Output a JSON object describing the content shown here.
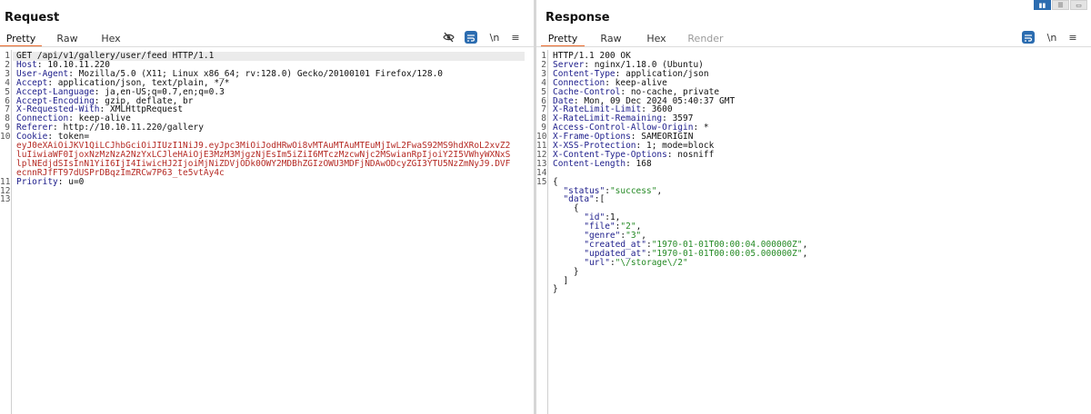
{
  "request": {
    "title": "Request",
    "tabs": [
      "Pretty",
      "Raw",
      "Hex"
    ],
    "icons": {
      "hide": "eye-slash-icon",
      "wrap": "wrap-icon",
      "newline": "\\n",
      "menu": "≡"
    },
    "lines": [
      {
        "n": "1",
        "text": "GET /api/v1/gallery/user/feed HTTP/1.1"
      },
      {
        "n": "2",
        "name": "Host",
        "value": " 10.10.11.220"
      },
      {
        "n": "3",
        "name": "User-Agent",
        "value": " Mozilla/5.0 (X11; Linux x86_64; rv:128.0) Gecko/20100101 Firefox/128.0"
      },
      {
        "n": "4",
        "name": "Accept",
        "value": " application/json, text/plain, */*"
      },
      {
        "n": "5",
        "name": "Accept-Language",
        "value": " ja,en-US;q=0.7,en;q=0.3"
      },
      {
        "n": "6",
        "name": "Accept-Encoding",
        "value": " gzip, deflate, br"
      },
      {
        "n": "7",
        "name": "X-Requested-With",
        "value": " XMLHttpRequest"
      },
      {
        "n": "8",
        "name": "Connection",
        "value": " keep-alive"
      },
      {
        "n": "9",
        "name": "Referer",
        "value": " http://10.10.11.220/gallery"
      },
      {
        "n": "10",
        "name": "Cookie",
        "value": " token="
      },
      {
        "n": "",
        "cookie": "eyJ0eXAiOiJKV1QiLCJhbGciOiJIUzI1NiJ9.eyJpc3MiOiJodHRwOi8vMTAuMTAuMTEuMjIwL2FwaS92MS9hdXRoL2xvZ2"
      },
      {
        "n": "",
        "cookie": "luIiwiaWF0IjoxNzMzNzA2NzYxLCJleHAiOjE3MzM3MjgzNjEsIm5iZiI6MTczMzcwNjc2MSwianRpIjoiY2I5VWhyWXNxS"
      },
      {
        "n": "",
        "cookie": "lplNEdjdSIsInN1YiI6IjI4IiwicHJ2IjoiMjNiZDVjODk0OWY2MDBhZGIzOWU3MDFjNDAwODcyZGI3YTU5NzZmNyJ9.DVF"
      },
      {
        "n": "",
        "cookie": "ecnnRJfFT97dUSPrDBqzImZRCw7P63_te5vtAy4c"
      },
      {
        "n": "11",
        "name": "Priority",
        "value": " u=0"
      },
      {
        "n": "12",
        "text": ""
      },
      {
        "n": "13",
        "text": ""
      }
    ]
  },
  "response": {
    "title": "Response",
    "tabs": [
      "Pretty",
      "Raw",
      "Hex",
      "Render"
    ],
    "icons": {
      "wrap": "wrap-icon",
      "newline": "\\n",
      "menu": "≡"
    },
    "lines": [
      {
        "n": "1",
        "text": "HTTP/1.1 200 OK"
      },
      {
        "n": "2",
        "name": "Server",
        "value": " nginx/1.18.0 (Ubuntu)"
      },
      {
        "n": "3",
        "name": "Content-Type",
        "value": " application/json"
      },
      {
        "n": "4",
        "name": "Connection",
        "value": " keep-alive"
      },
      {
        "n": "5",
        "name": "Cache-Control",
        "value": " no-cache, private"
      },
      {
        "n": "6",
        "name": "Date",
        "value": " Mon, 09 Dec 2024 05:40:37 GMT"
      },
      {
        "n": "7",
        "name": "X-RateLimit-Limit",
        "value": " 3600"
      },
      {
        "n": "8",
        "name": "X-RateLimit-Remaining",
        "value": " 3597"
      },
      {
        "n": "9",
        "name": "Access-Control-Allow-Origin",
        "value": " *"
      },
      {
        "n": "10",
        "name": "X-Frame-Options",
        "value": " SAMEORIGIN"
      },
      {
        "n": "11",
        "name": "X-XSS-Protection",
        "value": " 1; mode=block"
      },
      {
        "n": "12",
        "name": "X-Content-Type-Options",
        "value": " nosniff"
      },
      {
        "n": "13",
        "name": "Content-Length",
        "value": " 168"
      },
      {
        "n": "14",
        "text": ""
      },
      {
        "n": "15",
        "text": "{"
      },
      {
        "n": "",
        "indent": "  ",
        "key": "\"status\"",
        "sep": ":",
        "str": "\"success\"",
        "tail": ","
      },
      {
        "n": "",
        "indent": "  ",
        "key": "\"data\"",
        "sep": ":[",
        "str": "",
        "tail": ""
      },
      {
        "n": "",
        "text": "    {"
      },
      {
        "n": "",
        "indent": "      ",
        "key": "\"id\"",
        "sep": ":1,",
        "str": "",
        "tail": ""
      },
      {
        "n": "",
        "indent": "      ",
        "key": "\"file\"",
        "sep": ":",
        "str": "\"2\"",
        "tail": ","
      },
      {
        "n": "",
        "indent": "      ",
        "key": "\"genre\"",
        "sep": ":",
        "str": "\"3\"",
        "tail": ","
      },
      {
        "n": "",
        "indent": "      ",
        "key": "\"created_at\"",
        "sep": ":",
        "str": "\"1970-01-01T00:00:04.000000Z\"",
        "tail": ","
      },
      {
        "n": "",
        "indent": "      ",
        "key": "\"updated_at\"",
        "sep": ":",
        "str": "\"1970-01-01T00:00:05.000000Z\"",
        "tail": ","
      },
      {
        "n": "",
        "indent": "      ",
        "key": "\"url\"",
        "sep": ":",
        "str": "\"\\/storage\\/2\"",
        "tail": ""
      },
      {
        "n": "",
        "text": "    }"
      },
      {
        "n": "",
        "text": "  ]"
      },
      {
        "n": "",
        "text": "}"
      }
    ]
  },
  "colors": {
    "accent": "#e8692a",
    "blue": "#2b6cb0",
    "header_name": "#1c1c8a",
    "cookie": "#b52a24",
    "json_string": "#258a25"
  }
}
